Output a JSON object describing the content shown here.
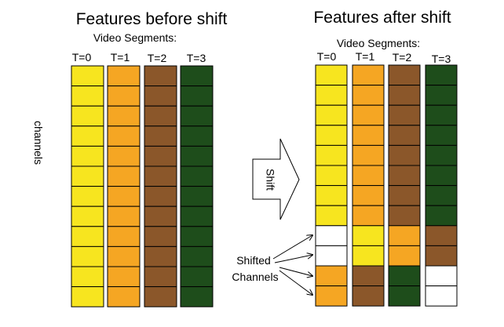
{
  "colors": {
    "t0": "#f7e51f",
    "t1": "#f5a623",
    "t2": "#8b572a",
    "t3": "#1e4d1b",
    "empty": "#ffffff"
  },
  "before": {
    "title": "Features before shift",
    "subtitle": "Video Segments:",
    "time_labels": [
      "T=0",
      "T=1",
      "T=2",
      "T=3"
    ],
    "side_label": "channels",
    "columns": [
      [
        "t0",
        "t0",
        "t0",
        "t0",
        "t0",
        "t0",
        "t0",
        "t0",
        "t0",
        "t0",
        "t0",
        "t0"
      ],
      [
        "t1",
        "t1",
        "t1",
        "t1",
        "t1",
        "t1",
        "t1",
        "t1",
        "t1",
        "t1",
        "t1",
        "t1"
      ],
      [
        "t2",
        "t2",
        "t2",
        "t2",
        "t2",
        "t2",
        "t2",
        "t2",
        "t2",
        "t2",
        "t2",
        "t2"
      ],
      [
        "t3",
        "t3",
        "t3",
        "t3",
        "t3",
        "t3",
        "t3",
        "t3",
        "t3",
        "t3",
        "t3",
        "t3"
      ]
    ]
  },
  "arrow": {
    "label": "Shift"
  },
  "after": {
    "title": "Features after shift",
    "subtitle": "Video Segments:",
    "time_labels": [
      "T=0",
      "T=1",
      "T=2",
      "T=3"
    ],
    "annotation": [
      "Shifted",
      "Channels"
    ],
    "columns": [
      [
        "t0",
        "t0",
        "t0",
        "t0",
        "t0",
        "t0",
        "t0",
        "t0",
        "empty",
        "empty",
        "t1",
        "t1"
      ],
      [
        "t1",
        "t1",
        "t1",
        "t1",
        "t1",
        "t1",
        "t1",
        "t1",
        "t0",
        "t0",
        "t2",
        "t2"
      ],
      [
        "t2",
        "t2",
        "t2",
        "t2",
        "t2",
        "t2",
        "t2",
        "t2",
        "t1",
        "t1",
        "t3",
        "t3"
      ],
      [
        "t3",
        "t3",
        "t3",
        "t3",
        "t3",
        "t3",
        "t3",
        "t3",
        "t2",
        "t2",
        "empty",
        "empty"
      ]
    ]
  }
}
